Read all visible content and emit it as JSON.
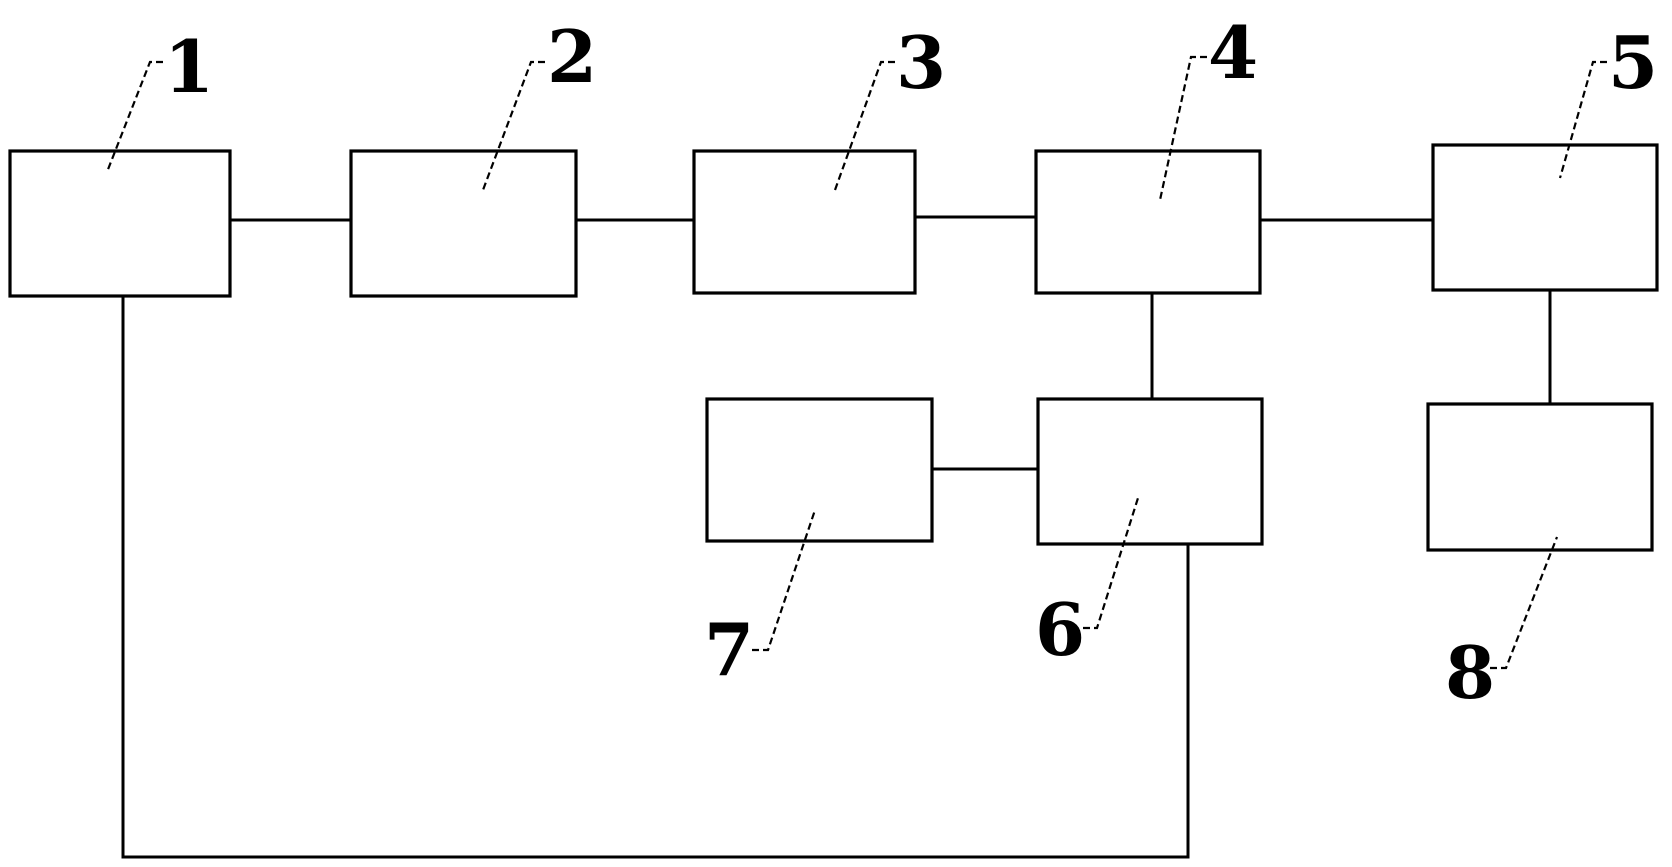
{
  "diagram": {
    "blocks": [
      {
        "id": "block-1",
        "label": "1"
      },
      {
        "id": "block-2",
        "label": "2"
      },
      {
        "id": "block-3",
        "label": "3"
      },
      {
        "id": "block-4",
        "label": "4"
      },
      {
        "id": "block-5",
        "label": "5"
      },
      {
        "id": "block-6",
        "label": "6"
      },
      {
        "id": "block-7",
        "label": "7"
      },
      {
        "id": "block-8",
        "label": "8"
      }
    ],
    "connections": [
      {
        "from": "1",
        "to": "2"
      },
      {
        "from": "2",
        "to": "3"
      },
      {
        "from": "3",
        "to": "4"
      },
      {
        "from": "4",
        "to": "5"
      },
      {
        "from": "4",
        "to": "6"
      },
      {
        "from": "7",
        "to": "6"
      },
      {
        "from": "5",
        "to": "8"
      },
      {
        "from": "1",
        "to": "6"
      }
    ]
  }
}
